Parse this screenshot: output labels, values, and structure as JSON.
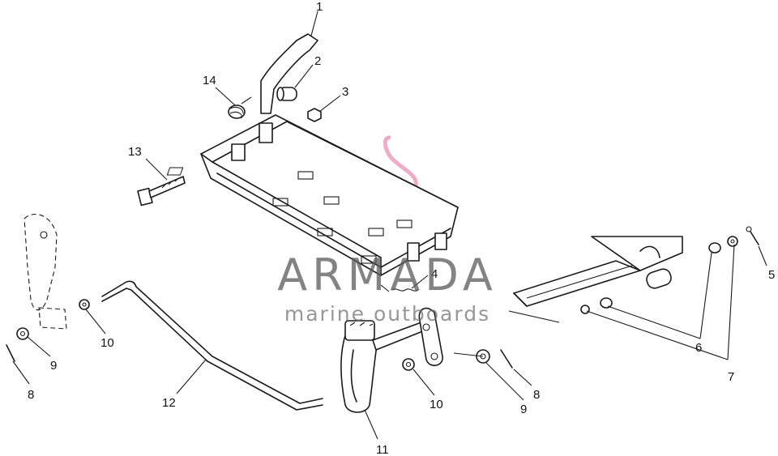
{
  "diagram": {
    "callouts": [
      "1",
      "2",
      "3",
      "14",
      "13",
      "4",
      "5",
      "6",
      "7",
      "9",
      "8",
      "10",
      "12",
      "10",
      "9",
      "8",
      "11"
    ]
  },
  "watermark": {
    "brand": "ARMADA",
    "tagline": "marine outboards",
    "accent_color": "#e89ab8",
    "text_color": "#5a5a5a"
  }
}
